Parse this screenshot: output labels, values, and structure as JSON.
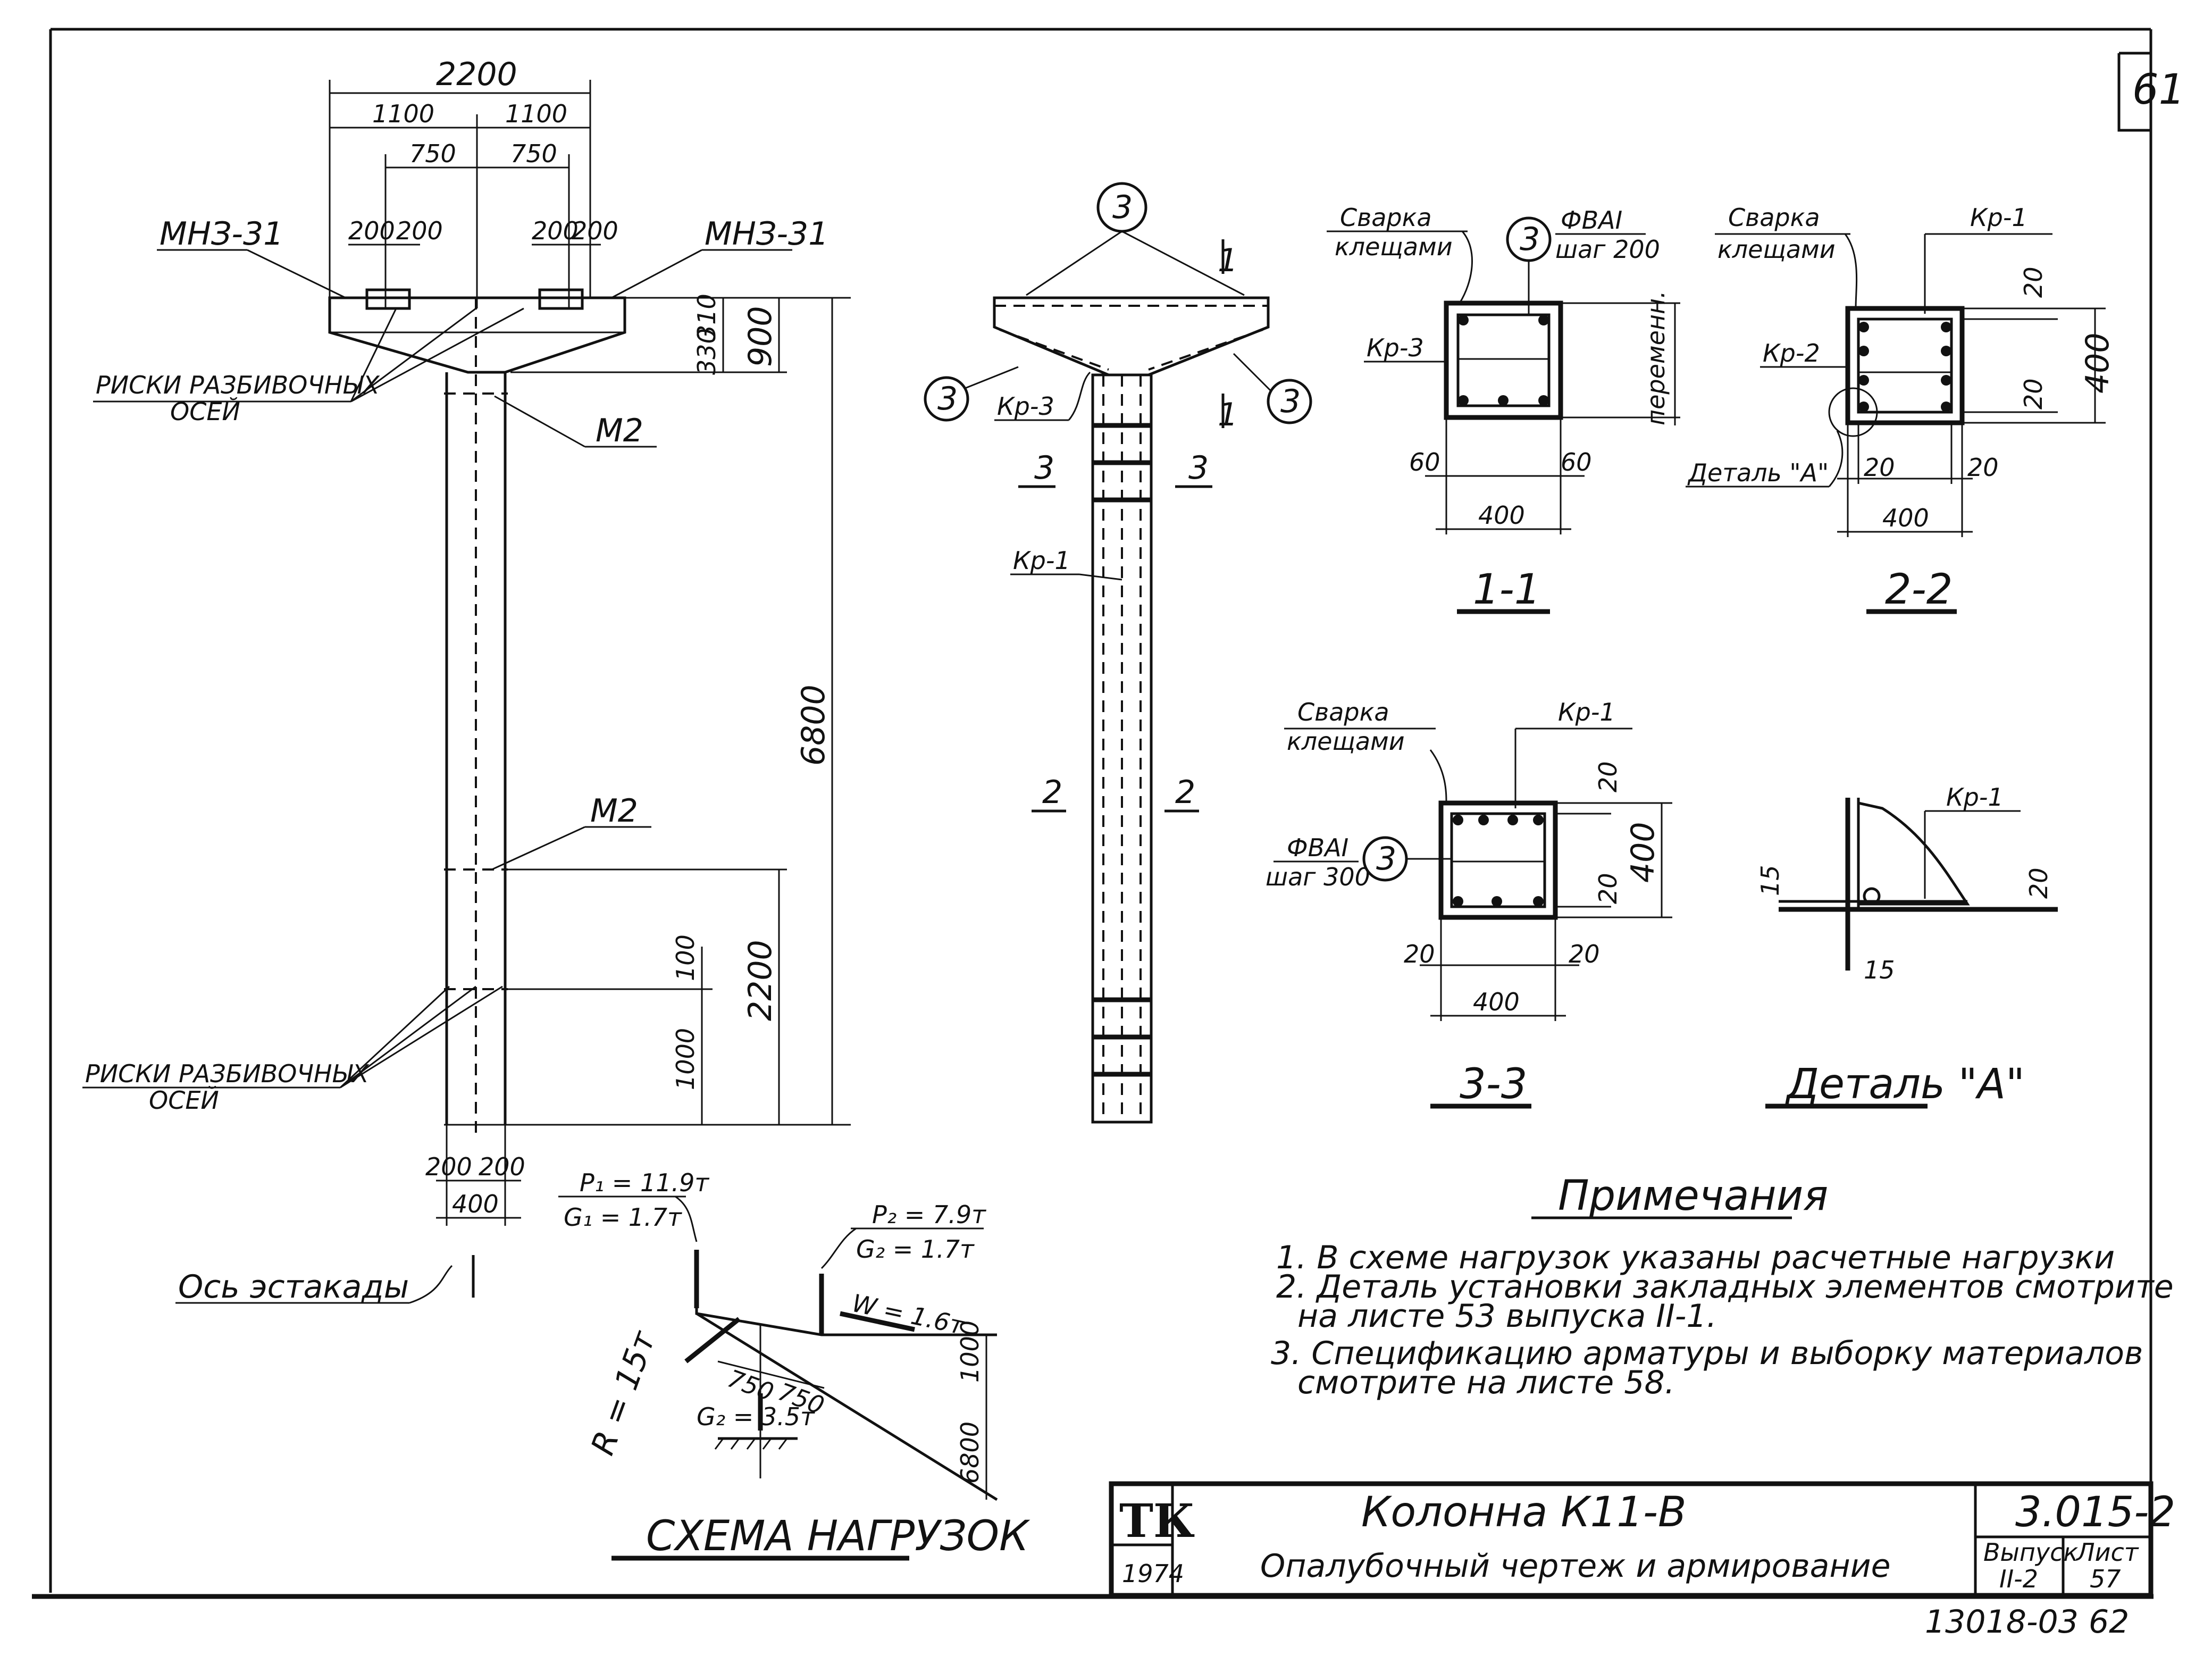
{
  "sheet_number": "61",
  "page_bottom": "13018-03   62",
  "elevation": {
    "dim_total": "2200",
    "dim_half_left": "1100",
    "dim_half_right": "1100",
    "dim_750_left": "750",
    "dim_750_right": "750",
    "dim_200_a": "200",
    "dim_200_b": "200",
    "dim_200_c": "200",
    "dim_200_d": "200",
    "mark_left": "МНЗ-31",
    "mark_right": "МНЗ-31",
    "axis_marks_top": [
      "РИСКИ РАЗБИВОЧНЫХ",
      "ОСЕЙ"
    ],
    "axis_marks_bottom": [
      "РИСКИ РАЗБИВОЧНЫХ",
      "ОСЕЙ"
    ],
    "m2_top": "М2",
    "m2_mid": "М2",
    "dim_310": "310",
    "dim_330": "330",
    "dim_900": "900",
    "dim_6800": "6800",
    "dim_100": "100",
    "dim_1000": "1000",
    "dim_2200_v": "2200",
    "dim_bottom_200_left": "200",
    "dim_bottom_200_right": "200",
    "dim_bottom_400": "400",
    "overpass_axis": "Ось эстакады"
  },
  "load_scheme": {
    "title": "СХЕМА НАГРУЗОК",
    "p1": "P₁ = 11.9т",
    "g1": "G₁ = 1.7т",
    "p2": "P₂ = 7.9т",
    "g2": "G₂ = 1.7т",
    "w": "W = 1.6т",
    "r": "R = 15т",
    "g2b": "G₂ = 3.5т",
    "dim_750_a": "750",
    "dim_750_b": "750",
    "dim_1000": "1000",
    "dim_6800": "6800"
  },
  "reinforcement": {
    "bar3_top": "3",
    "bar3_left": "3",
    "bar3_right": "3",
    "cut_11_a": "1",
    "cut_11_b": "1",
    "kr3": "Кр-3",
    "cut_33_a": "3",
    "cut_33_b": "3",
    "kr1": "Кр-1",
    "cut_22_a": "2",
    "cut_22_b": "2"
  },
  "section_1_1": {
    "weld": [
      "Сварка",
      "клещами"
    ],
    "bar": "3",
    "bar_spec": [
      "ФВАI",
      "шаг 200"
    ],
    "kr": "Кр-3",
    "variable": "переменн.",
    "dim_60_left": "60",
    "dim_60_right": "60",
    "dim_400": "400",
    "title": "1-1"
  },
  "section_2_2": {
    "weld": [
      "Сварка",
      "клещами"
    ],
    "kr1": "Кр-1",
    "kr2": "Кр-2",
    "detail": "Деталь \"А\"",
    "dim_20_top": "20",
    "dim_400_v": "400",
    "dim_20_bot": "20",
    "dim_20_left": "20",
    "dim_20_right": "20",
    "dim_400_h": "400",
    "title": "2-2"
  },
  "section_3_3": {
    "weld": [
      "Сварка",
      "клещами"
    ],
    "kr1": "Кр-1",
    "bar": "3",
    "bar_spec": [
      "ФВАI",
      "шаг 300"
    ],
    "dim_20_top": "20",
    "dim_400_v": "400",
    "dim_20_bot": "20",
    "dim_20_left": "20",
    "dim_20_right": "20",
    "dim_400_h": "400",
    "title": "3-3"
  },
  "detail_a": {
    "kr1": "Кр-1",
    "dim_15_top": "15",
    "dim_15_bot": "15",
    "dim_20": "20",
    "title": "Деталь \"А\""
  },
  "notes": {
    "heading": "Примечания",
    "lines": [
      "1. В схеме нагрузок указаны расчетные нагрузки",
      "2. Деталь установки закладных элементов смотрите",
      "на листе   53 выпуска II-1.",
      "3. Спецификацию арматуры и выборку материалов",
      "смотрите на листе 58."
    ]
  },
  "title_block": {
    "logo": "ТК",
    "year": "1974",
    "name_line1": "Колонна К11-В",
    "name_line2": "Опалубочный чертеж и армирование",
    "series": "3.015-2",
    "issue_label": "Выпуск",
    "issue_value": "II-2",
    "sheet_label": "Лист",
    "sheet_value": "57"
  }
}
